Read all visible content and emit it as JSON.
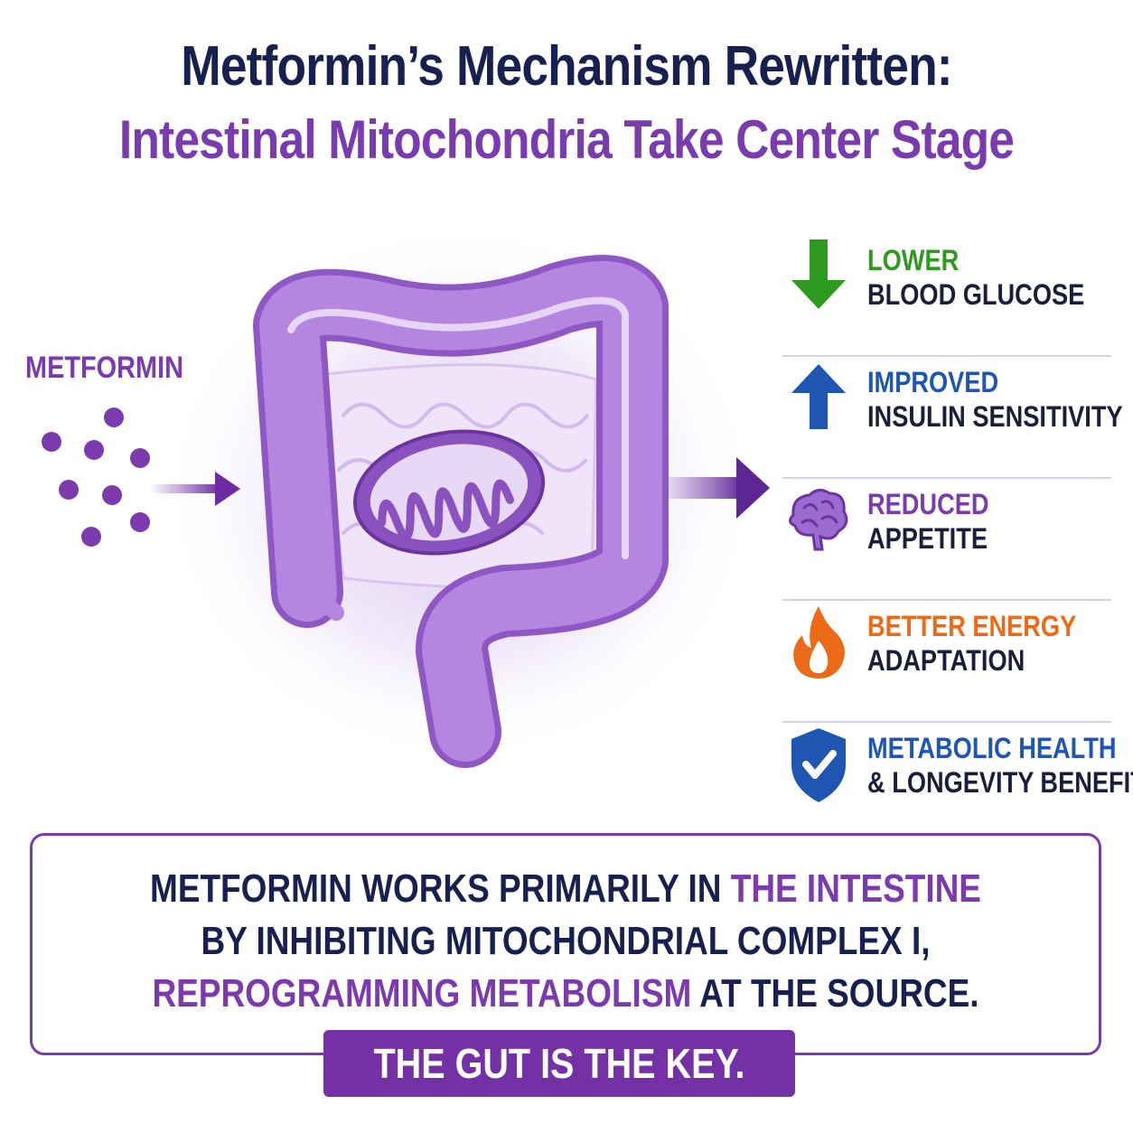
{
  "title": {
    "line1": "Metformin’s Mechanism Rewritten:",
    "line2": "Intestinal Mitochondria Take Center Stage"
  },
  "input_label": "METFORMIN",
  "benefits": [
    {
      "head": "LOWER",
      "sub": "BLOOD GLUCOSE",
      "icon": "arrow-down-icon",
      "color": "#2e9a1f"
    },
    {
      "head": "IMPROVED",
      "sub": "INSULIN SENSITIVITY",
      "icon": "arrow-up-icon",
      "color": "#1f55b3"
    },
    {
      "head": "REDUCED",
      "sub": "APPETITE",
      "icon": "brain-icon",
      "color": "#7b3aae"
    },
    {
      "head": "BETTER ENERGY",
      "sub": "ADAPTATION",
      "icon": "flame-icon",
      "color": "#ec6a17"
    },
    {
      "head": "METABOLIC HEALTH",
      "sub": "& LONGEVITY BENEFITS",
      "icon": "shield-check-icon",
      "color": "#1f55b3"
    }
  ],
  "summary": {
    "line1_a": "METFORMIN WORKS PRIMARILY IN ",
    "line1_b": "THE INTESTINE",
    "line2": "BY INHIBITING MITOCHONDRIAL COMPLEX I,",
    "line3_a": "REPROGRAMMING METABOLISM",
    "line3_b": " AT THE SOURCE.",
    "key": "THE GUT IS THE KEY."
  },
  "colors": {
    "navy": "#17204f",
    "purple": "#7b3aae",
    "dark_purple": "#7431a6"
  }
}
